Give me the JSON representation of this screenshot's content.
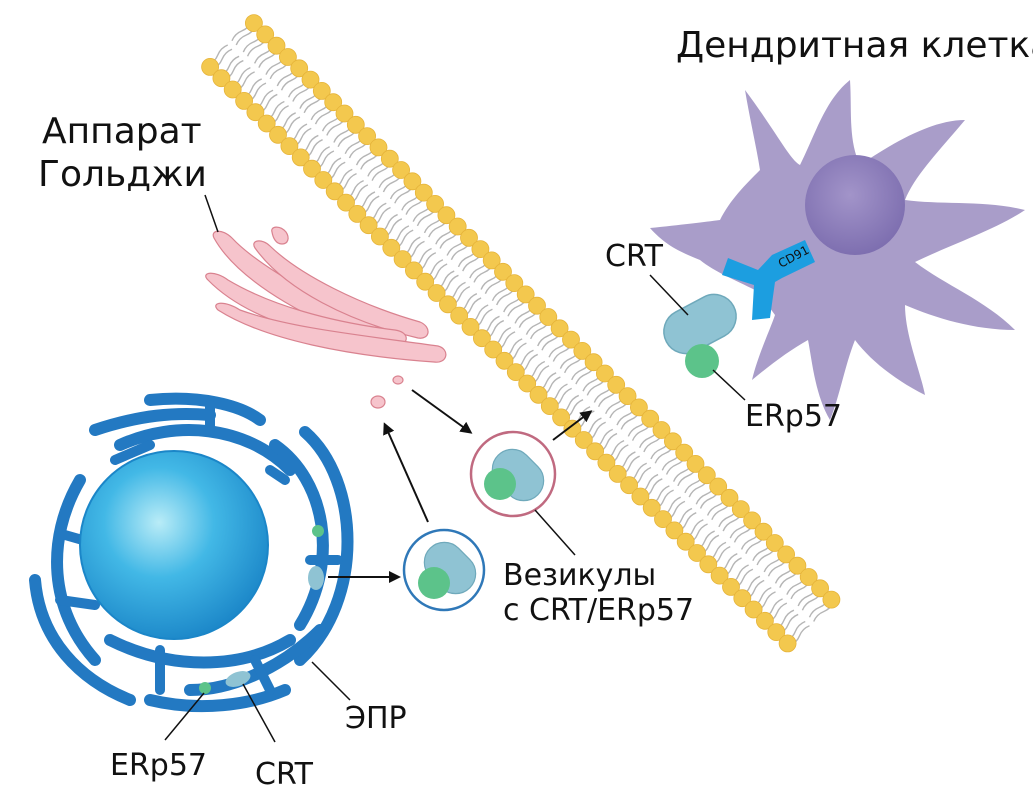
{
  "labels": {
    "dendritic_cell": "Дендритная клетка",
    "golgi_line1": "Аппарат",
    "golgi_line2": "Гольджи",
    "crt_membrane": "CRT",
    "erp57_membrane": "ERp57",
    "cd91": "CD91",
    "vesicles_line1": "Везикулы",
    "vesicles_line2": "с CRT/ERp57",
    "er": "ЭПР",
    "erp57_er": "ERp57",
    "crt_er": "CRT"
  },
  "colors": {
    "membrane_head": "#f3c84e",
    "membrane_tail": "#b5b5b5",
    "dendritic_body": "#a99dc9",
    "dendritic_nucleus": "#8677b5",
    "cd91_receptor": "#1c9ee0",
    "golgi": "#f6c4cc",
    "golgi_stroke": "#d9828f",
    "er": "#2379c2",
    "nucleus": "#1d9ad6",
    "crt": "#8fc3d3",
    "erp57": "#5cc38a",
    "vesicle_er_ring": "#2f78b8",
    "vesicle_golgi_ring": "#c06a80"
  }
}
